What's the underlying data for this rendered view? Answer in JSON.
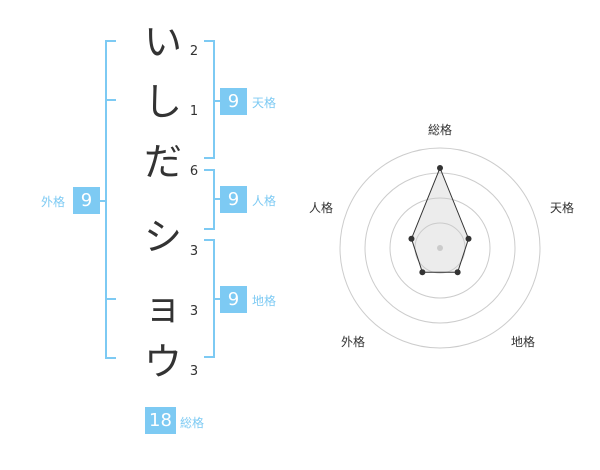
{
  "name_chars": [
    {
      "char": "い",
      "strokes": "2"
    },
    {
      "char": "し",
      "strokes": "1"
    },
    {
      "char": "だ",
      "strokes": "6"
    },
    {
      "char": "シ",
      "strokes": "3"
    },
    {
      "char": "ョ",
      "strokes": "3"
    },
    {
      "char": "ウ",
      "strokes": "3"
    }
  ],
  "scores": {
    "tenkaku": {
      "value": "9",
      "label": "天格"
    },
    "jinkaku": {
      "value": "9",
      "label": "人格"
    },
    "chikaku": {
      "value": "9",
      "label": "地格"
    },
    "gaikaku": {
      "value": "9",
      "label": "外格"
    },
    "soukaku": {
      "value": "18",
      "label": "総格"
    }
  },
  "colors": {
    "accent": "#7dcaf3",
    "text": "#333333",
    "grid": "#cccccc"
  },
  "chart_data": {
    "type": "radar",
    "axes": [
      "総格",
      "天格",
      "地格",
      "外格",
      "人格"
    ],
    "values": [
      0.8,
      0.3,
      0.3,
      0.3,
      0.3
    ],
    "rings": 4
  }
}
